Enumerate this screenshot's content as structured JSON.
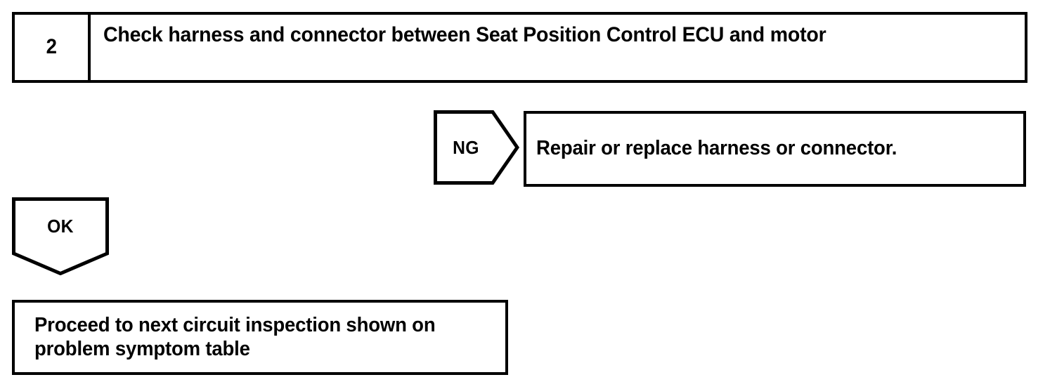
{
  "document": {
    "type": "diagnostic-flowchart",
    "background_color": "#ffffff",
    "line_color": "#000000",
    "text_color": "#000000"
  },
  "step": {
    "number": "2",
    "title": "Check harness and connector between Seat Position Control ECU and motor"
  },
  "branches": {
    "ng": {
      "tag": "NG",
      "tag_shape": "pentagon-right",
      "result": "Repair or replace harness or connector."
    },
    "ok": {
      "tag": "OK",
      "tag_shape": "pentagon-down"
    }
  },
  "final": {
    "lines": [
      "Proceed to next circuit inspection shown on",
      "problem symptom table"
    ]
  }
}
